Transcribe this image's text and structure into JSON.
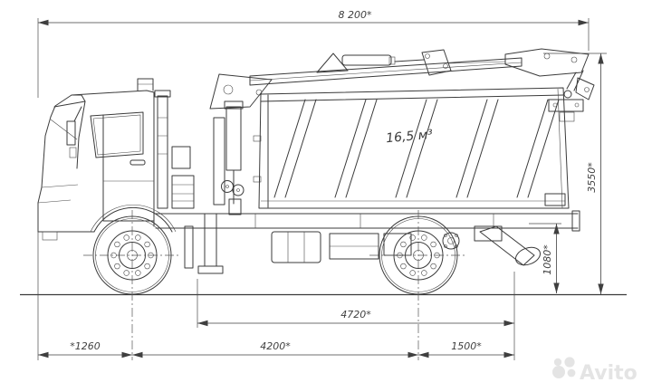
{
  "page": {
    "background": "#ffffff"
  },
  "drawing": {
    "line_color": "#3b3b3b",
    "dim_color": "#3f3f3f",
    "centerline_color": "#555555",
    "body_volume_label": "16,5 м³",
    "dims": {
      "overall_length": "8 200*",
      "overall_height": "3550*",
      "rear_frame_height": "1080*",
      "body_span": "4720*",
      "wheelbase": "4200*",
      "rear_overhang": "1500*",
      "front_overhang": "*1260"
    }
  },
  "watermark": {
    "brand": "Avito",
    "color": "#e4e4e4"
  }
}
